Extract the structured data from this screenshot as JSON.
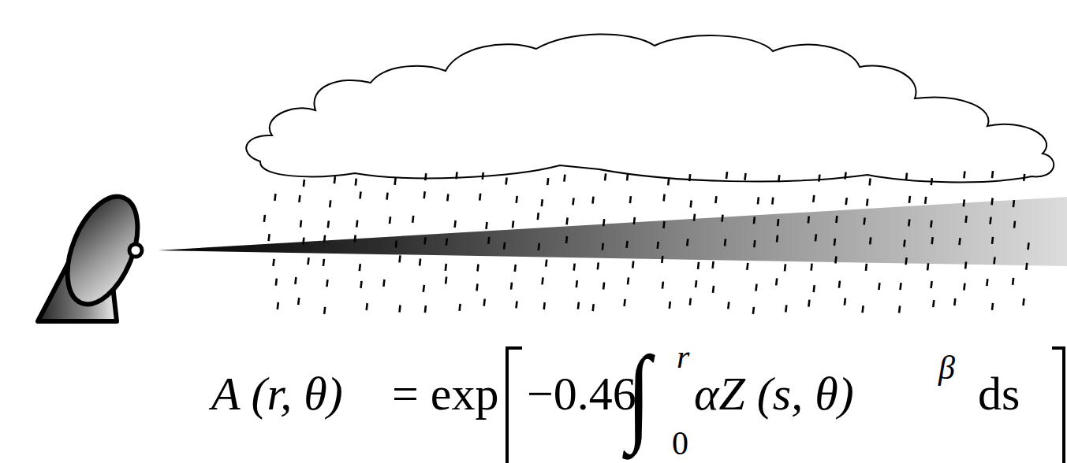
{
  "diagram": {
    "labels": [
      "A (r, θ)",
      "= exp",
      "−0.46",
      "∫",
      "r",
      "0",
      "αZ (s, θ)",
      "β",
      "ds"
    ]
  }
}
